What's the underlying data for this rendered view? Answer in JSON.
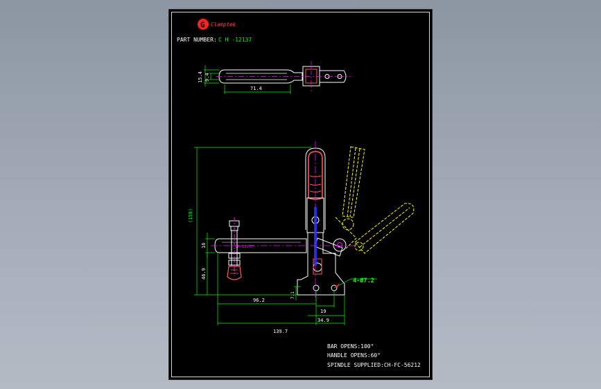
{
  "header": {
    "brand_mark": "G",
    "brand_name": "Clamptek",
    "part_number_label": "PART NUMBER:",
    "part_number_value": "C H -12137"
  },
  "top_view": {
    "dim_height_outer": "15.4",
    "dim_height_inner": "9.4",
    "dim_length": "71.4"
  },
  "side_view": {
    "dim_overall_height": "(158)",
    "dim_arm_thickness": "16",
    "dim_spindle_height": "46.9",
    "dim_base_offset": "7.1",
    "dim_reach": "96.2",
    "dim_hole_spacing": "19",
    "dim_base_width": "34.9",
    "dim_overall_length": "139.7",
    "dim_hole_callout": "4-Ø7.2",
    "arm_label": "CH-12137"
  },
  "notes": [
    "BAR OPENS:100°",
    "HANDLE OPENS:60°",
    "SPINDLE SUPPLIED:CH-FC-56212"
  ],
  "colors": {
    "background": "#000000",
    "outline": "#ffffff",
    "dimension": "#00ff00",
    "centerline": "#ff00ff",
    "alternate_position": "#ffff00",
    "handle_grip": "#ff5a5a",
    "brand": "#ff2020"
  }
}
